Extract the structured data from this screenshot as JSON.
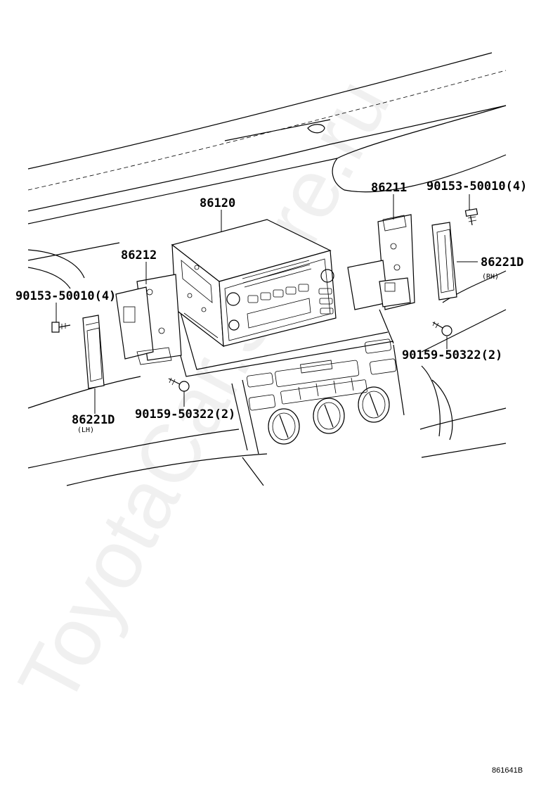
{
  "watermark": "ToyotaCar.Store.ru",
  "callouts": {
    "head_unit": "86120",
    "bracket_rh": "86211",
    "bracket_lh": "86212",
    "screw_top_rh": "90153-50010(4)",
    "screw_top_lh": "90153-50010(4)",
    "panel_rh": "86221D",
    "panel_rh_side": "(RH)",
    "panel_lh": "86221D",
    "panel_lh_side": "(LH)",
    "screw_bottom_rh": "90159-50322(2)",
    "screw_bottom_lh": "90159-50322(2)"
  },
  "diagram_code": "861641B"
}
